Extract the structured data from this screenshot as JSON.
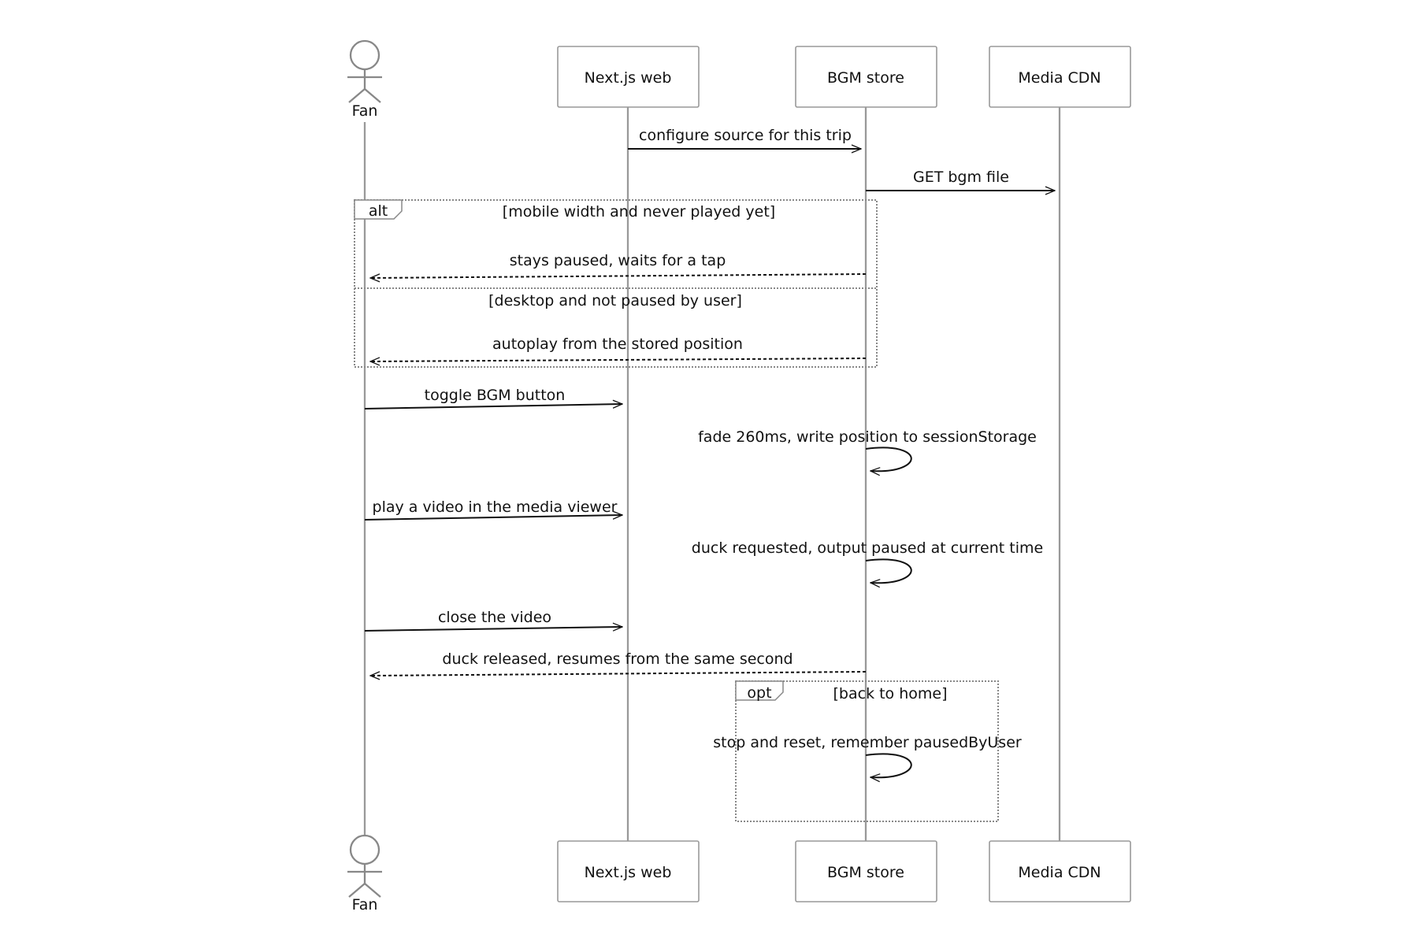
{
  "participants": {
    "fan": "Fan",
    "web": "Next.js web",
    "store": "BGM store",
    "cdn": "Media CDN"
  },
  "messages": {
    "m1": "configure source for this trip",
    "m2": "GET bgm file",
    "m3": "stays paused, waits for a tap",
    "m4": "autoplay from the stored position",
    "m5": "toggle BGM button",
    "m6": "fade 260ms, write position to sessionStorage",
    "m7": "play a video in the media viewer",
    "m8": "duck requested, output paused at current time",
    "m9": "close the video",
    "m10": "duck released, resumes from the same second",
    "m11": "stop and reset, remember pausedByUser"
  },
  "fragments": {
    "alt": {
      "keyword": "alt",
      "condition1": "[mobile width and never played yet]",
      "condition2": "[desktop and not paused by user]"
    },
    "opt": {
      "keyword": "opt",
      "condition": "[back to home]"
    }
  }
}
